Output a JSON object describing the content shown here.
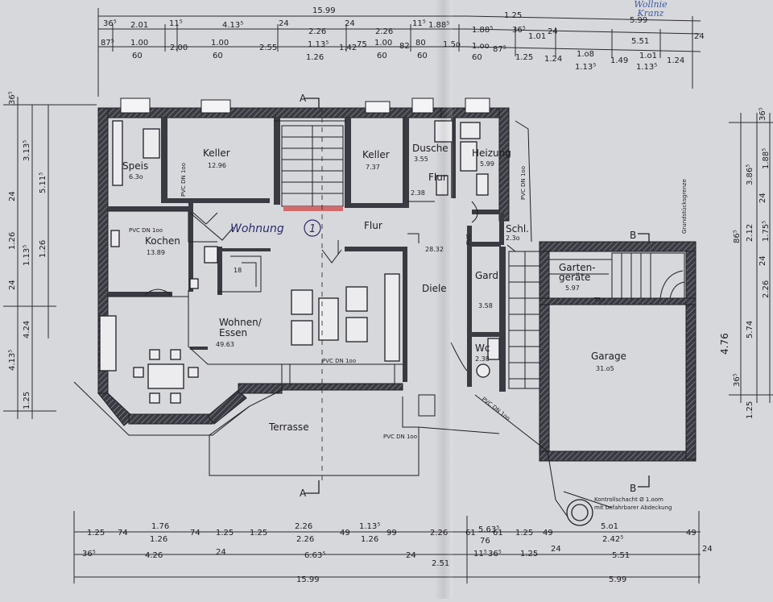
{
  "rooms": {
    "speis": {
      "label": "Speis",
      "area": "6.3o"
    },
    "keller1": {
      "label": "Keller",
      "area": "12.96"
    },
    "keller2": {
      "label": "Keller",
      "area": "7.37"
    },
    "dusche": {
      "label": "Dusche",
      "area": "3.55"
    },
    "heizung": {
      "label": "Heizung",
      "area": "5.99"
    },
    "flur_small": {
      "label": "Flur",
      "area": "2.38"
    },
    "flur": {
      "label": "Flur"
    },
    "wohnung": {
      "label": "Wohnung"
    },
    "wohnung_num": {
      "label": "1"
    },
    "kochen": {
      "label": "Kochen",
      "area": "13.89"
    },
    "small_18": {
      "area": "18"
    },
    "diele": {
      "label": "Diele",
      "area": "28.32"
    },
    "schl": {
      "label": "Schl.",
      "area": "2.3o"
    },
    "gard": {
      "label": "Gard",
      "area": "3.58"
    },
    "gartengeraete": {
      "label1": "Garten-",
      "label2": "geräte",
      "area": "5.97"
    },
    "wohnen": {
      "label1": "Wohnen/",
      "label2": "Essen",
      "area": "49.63"
    },
    "wc": {
      "label": "Wc",
      "area": "2.38"
    },
    "garage": {
      "label": "Garage",
      "area": "31.o5"
    },
    "terrasse": {
      "label": "Terrasse"
    },
    "t3": {
      "label": "T3o"
    }
  },
  "pipes": {
    "pvc_vertical": "PVC DN 1oo",
    "pvc_kochen": "PVC DN 1oo",
    "pvc_wohnen": "PVC DN 1oo",
    "pvc_terrasse": "PVC DN 1oo",
    "pvc_heizung": "PVC DN 1oo",
    "pvc_diagonal": "PVC DN 1oo",
    "pvc_flur": "PVC"
  },
  "annotations": {
    "kontroll1": "Kontrollschacht Ø 1.oom",
    "kontroll2": "mit befahrbarer Abdeckung",
    "grundstueck": "Grundstücksgrenze",
    "stamp1": "Wollnie",
    "stamp2": "Kranz",
    "section_a": "A",
    "section_b": "B",
    "height_476": "4.76"
  },
  "dimensions_top": {
    "total_left": "15.99",
    "total_right": "5.99",
    "r1": [
      "36⁵",
      "2.01",
      "11⁵",
      "4.13⁵",
      "24",
      "2.26",
      "24",
      "2.26",
      "11⁵",
      "1.88⁵",
      "1.88⁵"
    ],
    "r1_right": [
      "1.25",
      "36⁵",
      "1.01",
      "24"
    ],
    "r2_right": "5.51",
    "r2_right_end": "24",
    "r3": [
      "87⁵",
      "1.00",
      "2.00",
      "1.00",
      "2.55",
      "1.13⁵",
      "1.42",
      "1.00",
      "82",
      "80",
      "1.5o",
      "1.oo",
      "87⁵"
    ],
    "r3_sub": [
      "60",
      "60",
      "1.26",
      "75",
      "60",
      "60",
      "60"
    ],
    "r3_right": [
      "1.25",
      "1.24",
      "1.o8",
      "1.49",
      "1.o1",
      "1.24"
    ],
    "r3_right_sub": [
      "1.13⁵",
      "1.13⁵"
    ]
  },
  "dimensions_bottom": {
    "r1": [
      "1.25",
      "74",
      "1.76",
      "74",
      "1.25",
      "1.25",
      "2.26",
      "49",
      "1.13⁵",
      "99",
      "2.26",
      "61",
      "5.63⁵",
      "61",
      "1.25",
      "49",
      "5.o1",
      "49"
    ],
    "r1_sub": [
      "1.26",
      "2.26",
      "1.26",
      "76",
      "2.42⁵"
    ],
    "r2": [
      "36⁵",
      "4.26",
      "24",
      "6.63⁵",
      "24",
      "2.51",
      "11⁵",
      "36⁵",
      "1.25",
      "24",
      "5.51",
      "24"
    ],
    "total_left": "15.99",
    "total_right": "5.99"
  },
  "dimensions_left": [
    "36⁵",
    "3.13⁵",
    "5.11⁵",
    "24",
    "1.26",
    "1.13⁵",
    "1.26",
    "24",
    "4.24",
    "4.13⁵",
    "1.25"
  ],
  "dimensions_right": [
    "36⁵",
    "3.86⁵",
    "1.88⁵",
    "24",
    "86⁵",
    "2.12",
    "1.75⁵",
    "24",
    "2.26",
    "5.74",
    "36⁵",
    "1.25"
  ]
}
